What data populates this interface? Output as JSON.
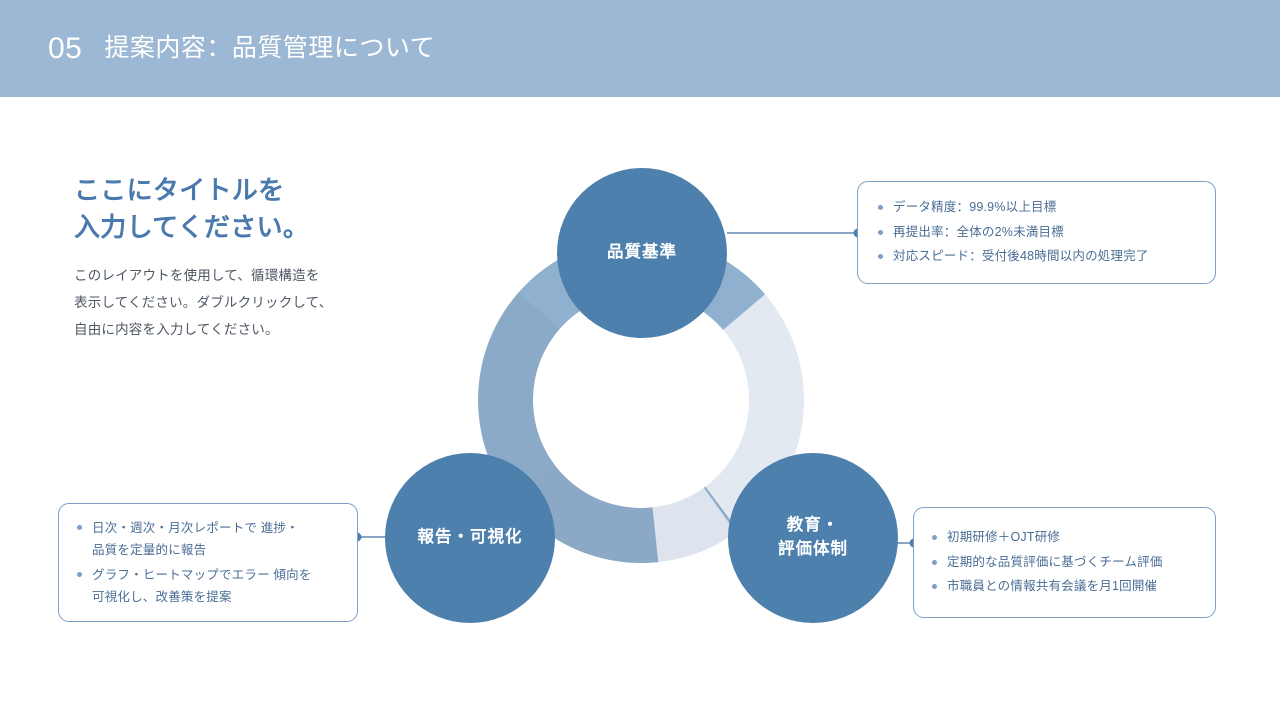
{
  "header": {
    "number": "05",
    "title": "提案内容：品質管理について",
    "background_color": "#9db8d4",
    "text_color": "#ffffff"
  },
  "left_panel": {
    "title": "ここにタイトルを\n入力してください。",
    "title_color": "#4a7aad",
    "body": "このレイアウトを使用して、循環構造を\n表示してください。ダブルクリックして、\n自由に内容を入力してください。",
    "body_color": "#4d5663"
  },
  "diagram": {
    "type": "cycle",
    "node_color": "#4d80ad",
    "node_text_color": "#ffffff",
    "ring_segments": [
      {
        "name": "segment-upper-left",
        "color": "#8fb0cf"
      },
      {
        "name": "segment-right",
        "color": "#e3e9f1"
      },
      {
        "name": "segment-bottom-left",
        "color": "#8ba9c6"
      }
    ],
    "nodes": [
      {
        "id": "quality-standard",
        "label": "品質基準"
      },
      {
        "id": "reporting-visualization",
        "label": "報告・可視化"
      },
      {
        "id": "education-evaluation",
        "label": "教育・\n評価体制"
      }
    ],
    "connector_color": "#7f9fc4"
  },
  "callouts": [
    {
      "id": "quality-standard-callout",
      "linked_node": "品質基準",
      "border_color": "#7f9fc4",
      "text_color": "#4a6d94",
      "items": [
        "データ精度：99.9%以上目標",
        "再提出率：全体の2%未満目標",
        "対応スピード：受付後48時間以内の処理完了"
      ]
    },
    {
      "id": "education-evaluation-callout",
      "linked_node": "教育・評価体制",
      "border_color": "#7f9fc4",
      "text_color": "#4a6d94",
      "items": [
        "初期研修＋OJT研修",
        "定期的な品質評価に基づくチーム評価",
        "市職員との情報共有会議を月1回開催"
      ]
    },
    {
      "id": "reporting-visualization-callout",
      "linked_node": "報告・可視化",
      "border_color": "#7f9fc4",
      "text_color": "#4a6d94",
      "items": [
        "日次・週次・月次レポートで 進捗・\n品質を定量的に報告",
        "グラフ・ヒートマップでエラー 傾向を\n可視化し、改善策を提案"
      ]
    }
  ]
}
